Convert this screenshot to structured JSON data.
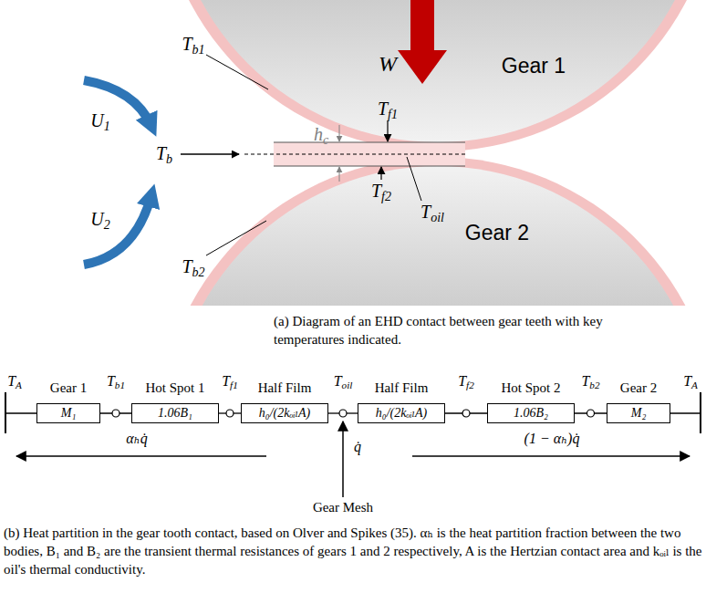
{
  "diagram": {
    "nodes": [
      {
        "text": [
          "Gear 1",
          "M₁"
        ]
      },
      {
        "text": [
          "Hot Spot 1",
          "1.06B₁"
        ]
      },
      {
        "text": [
          "Half Film",
          "h₀/(2kₒᵢₗA)"
        ]
      },
      {
        "text": [
          "Half Film",
          "h₀/(2kₒᵢₗA)"
        ]
      },
      {
        "text": [
          "Hot Spot 2",
          "1.06B₂"
        ]
      },
      {
        "text": [
          "Gear 2",
          "M₂"
        ]
      }
    ],
    "edges": [
      {
        "from": 0,
        "to": 1,
        "arrow": "none"
      },
      {
        "from": 1,
        "to": 2,
        "arrow": "none"
      },
      {
        "from": 2,
        "to": 3,
        "arrow": "none"
      },
      {
        "from": 3,
        "to": 4,
        "arrow": "none"
      },
      {
        "from": 4,
        "to": 5,
        "arrow": "none"
      }
    ],
    "labels": [
      "W",
      "Gear 1",
      "Gear 2",
      "U1",
      "U2",
      "Tb1",
      "Tb",
      "hc",
      "Tf1",
      "Toil",
      "Tf2",
      "Tb2",
      "(a) Diagram of an EHD contact between gear teeth with key temperatures indicated.",
      "TA",
      "Tb1",
      "Tf1",
      "Toil",
      "Tf2",
      "Tb2",
      "TA",
      "αₕq̇",
      "(1 − αₕ)q̇",
      "q̇",
      "Gear Mesh",
      "(b) Heat partition in the gear tooth contact, based on Olver and Spikes (35). αₕ is the heat partition fraction between the two bodies, B₁ and B₂ are the transient thermal resistances of gears 1 and 2 respectively, A is the Hertzian contact area and kₒᵢₗ is the oil's thermal conductivity."
    ]
  }
}
